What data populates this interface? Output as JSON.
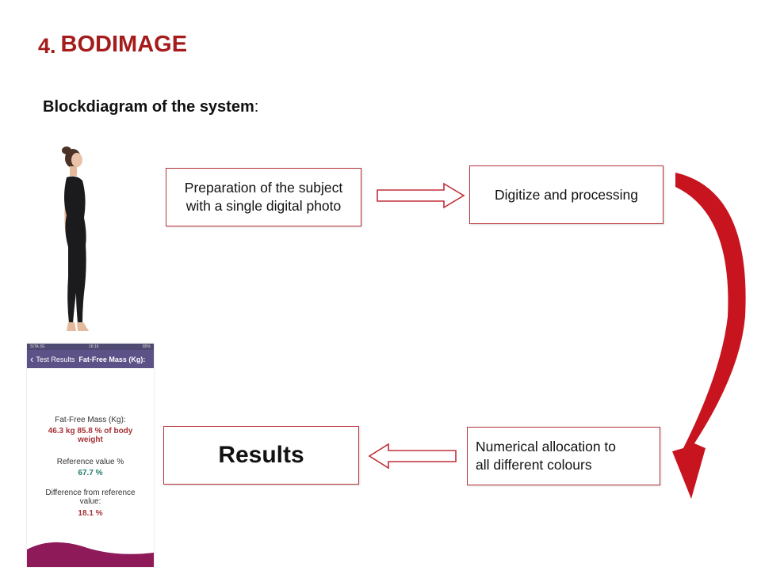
{
  "header": {
    "number": "4.",
    "title": "BODIMAGE"
  },
  "subtitle": {
    "bold": "Blockdiagram of the system",
    "suffix": ":"
  },
  "diagram": {
    "box1_line1": "Preparation of the subject",
    "box1_line2": "with a single digital photo",
    "box2": "Digitize and processing",
    "box3_line1": "Numerical allocation to",
    "box3_line2": "all different colours",
    "box4": "Results"
  },
  "phone": {
    "status_carrier": "SITA 3G",
    "status_time": "16:16",
    "status_battery": "85%",
    "nav_back": "Test Results",
    "nav_title": "Fat-Free Mass (Kg):",
    "ffm_label": "Fat-Free Mass (Kg):",
    "ffm_value_line1": "46.3 kg  85.8 % of body",
    "ffm_value_line2": "weight",
    "ref_label": "Reference value %",
    "ref_value": "67.7 %",
    "diff_label_line1": "Difference from reference",
    "diff_label_line2": "value:",
    "diff_value": "18.1 %"
  },
  "colors": {
    "accent": "#a51c1c",
    "box_border": "#b8323a",
    "curve": "#c8141e",
    "phone_nav": "#5c5287",
    "phone_wave": "#8e1a5a"
  }
}
